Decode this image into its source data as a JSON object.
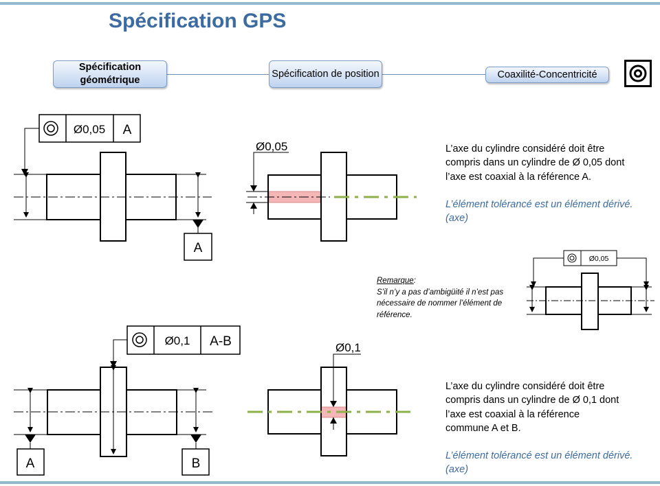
{
  "title": "Spécification GPS",
  "nav": {
    "step1": "Spécification géométrique",
    "step2": "Spécification de position",
    "step3": "Coaxilité-Concentricité"
  },
  "icon_symbol": "concentricity-icon",
  "diagram1": {
    "frame_tolerance": "Ø0,05",
    "frame_datum": "A",
    "datum_label": "A",
    "zone_label": "Ø0,05"
  },
  "text1": {
    "line1": "L’axe du cylindre considéré doit être",
    "line2": "compris dans un cylindre de Ø 0,05 dont",
    "line3": "l’axe est coaxial à la référence  A.",
    "note1": "L’élément tolérancé est un élément dérivé.",
    "note2": "(axe)"
  },
  "remark": {
    "heading": "Remarque",
    "colon": ":",
    "line1": "S’il n’y a pas d’ambigüité il n’est pas",
    "line2": "nécessaire de nommer l’élément de",
    "line3": "référence."
  },
  "diagram_remark": {
    "frame_tolerance": "Ø0,05"
  },
  "diagram2": {
    "frame_tolerance": "Ø0,1",
    "frame_datum": "A-B",
    "datum_a": "A",
    "datum_b": "B",
    "zone_label": "Ø0,1"
  },
  "text2": {
    "line1": "L’axe du cylindre considéré doit être",
    "line2": "compris dans un cylindre de Ø 0,1 dont",
    "line3": "l’axe est coaxial à la référence",
    "line4": "commune A et B.",
    "note1": "L’élément tolérancé est un élément dérivé.",
    "note2": "(axe)"
  },
  "colors": {
    "title": "#3b6ba1",
    "bar": "#93b9cf",
    "zone_fill": "#f4b6b6",
    "axis_green": "#8db04a"
  }
}
